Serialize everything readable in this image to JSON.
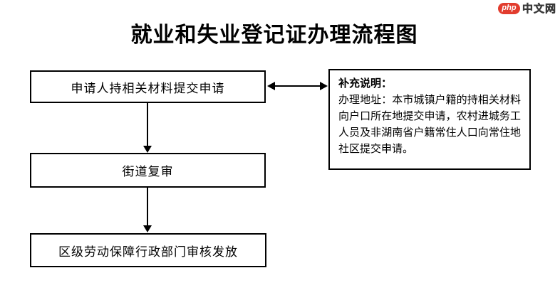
{
  "logo": {
    "badge_text": "php",
    "site_text": "中文网",
    "badge_color": "#e23c2e"
  },
  "title": "就业和失业登记证办理流程图",
  "flowchart": {
    "steps": [
      {
        "label": "申请人持相关材料提交申请"
      },
      {
        "label": "街道复审"
      },
      {
        "label": "区级劳动保障行政部门审核发放"
      }
    ],
    "note": {
      "heading": "补充说明：",
      "body": "办理地址：本市城镇户籍的持相关材料向户口所在地提交申请，农村进城务工人员及非湖南省户籍常住人口向常住地社区提交申请。"
    }
  },
  "colors": {
    "line": "#000000",
    "background": "#ffffff"
  }
}
